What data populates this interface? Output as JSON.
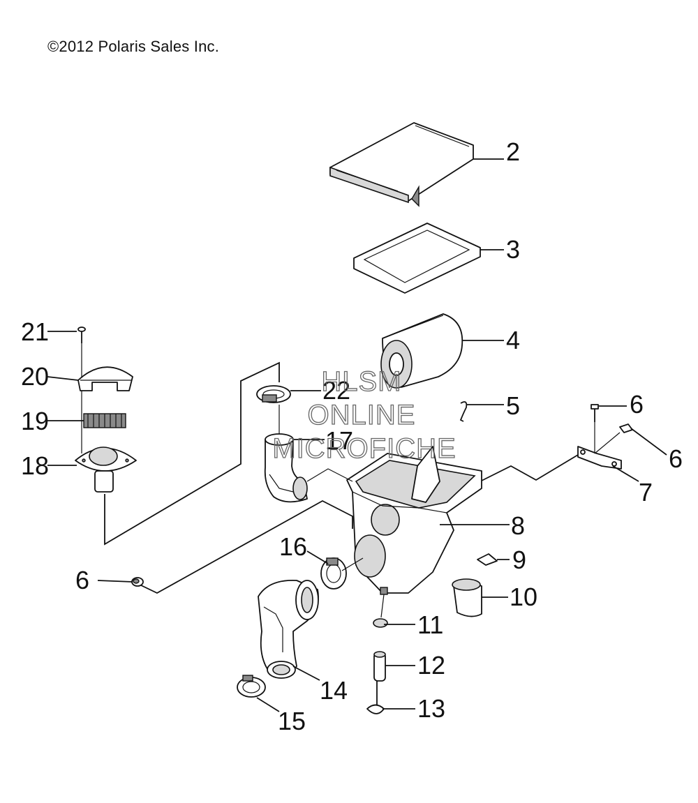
{
  "copyright": "©2012 Polaris Sales Inc.",
  "watermark": [
    "HLSM",
    "ONLINE",
    "MICROFICHE"
  ],
  "callouts": {
    "c2": "2",
    "c3": "3",
    "c4": "4",
    "c5": "5",
    "c6a": "6",
    "c6b": "6",
    "c6c": "6",
    "c7": "7",
    "c8": "8",
    "c9": "9",
    "c10": "10",
    "c11": "11",
    "c12": "12",
    "c13": "13",
    "c14": "14",
    "c15": "15",
    "c16": "16",
    "c17": "17",
    "c18": "18",
    "c19": "19",
    "c20": "20",
    "c21": "21",
    "c22": "22"
  }
}
